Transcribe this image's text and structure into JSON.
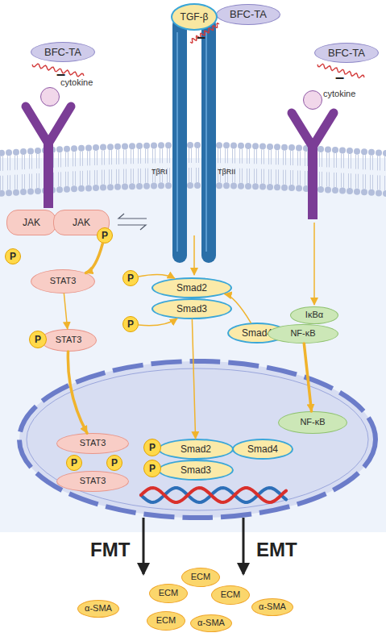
{
  "diagram": {
    "nodes": [
      {
        "text": [
          "BFC-TA"
        ]
      },
      {
        "text": [
          "TGF-β"
        ]
      },
      {
        "text": [
          "BFC-TA"
        ]
      },
      {
        "text": [
          "BFC-TA"
        ]
      },
      {
        "text": [
          "cytokine"
        ]
      },
      {
        "text": [
          "cytokine"
        ]
      },
      {
        "text": [
          "JAK"
        ]
      },
      {
        "text": [
          "JAK"
        ]
      },
      {
        "text": [
          "P"
        ]
      },
      {
        "text": [
          "P"
        ]
      },
      {
        "text": [
          "STAT3"
        ]
      },
      {
        "text": [
          "P"
        ]
      },
      {
        "text": [
          "Smad2"
        ]
      },
      {
        "text": [
          "Smad3"
        ]
      },
      {
        "text": [
          "P"
        ]
      },
      {
        "text": [
          "Smad4"
        ]
      },
      {
        "text": [
          "IκBα"
        ]
      },
      {
        "text": [
          "NF-κB"
        ]
      },
      {
        "text": [
          "P"
        ]
      },
      {
        "text": [
          "STAT3"
        ]
      },
      {
        "text": [
          "NF-κB"
        ]
      },
      {
        "text": [
          "STAT3"
        ]
      },
      {
        "text": [
          "P"
        ]
      },
      {
        "text": [
          "Smad2"
        ]
      },
      {
        "text": [
          "Smad4"
        ]
      },
      {
        "text": [
          "P"
        ]
      },
      {
        "text": [
          "P"
        ]
      },
      {
        "text": [
          "P"
        ]
      },
      {
        "text": [
          "Smad3"
        ]
      },
      {
        "text": [
          "STAT3"
        ]
      },
      {
        "text": [
          "ECM"
        ]
      },
      {
        "text": [
          "ECM"
        ]
      },
      {
        "text": [
          "ECM"
        ]
      },
      {
        "text": [
          "α-SMA"
        ]
      },
      {
        "text": [
          "α-SMA"
        ]
      },
      {
        "text": [
          "ECM"
        ]
      },
      {
        "text": [
          "α-SMA"
        ]
      }
    ],
    "edges": [
      {
        "from": 8,
        "to": 10,
        "arrow": "to"
      },
      {
        "from": 10,
        "to": 19,
        "arrow": "to"
      },
      {
        "from": 11,
        "to": 12,
        "arrow": "to"
      },
      {
        "from": 14,
        "to": 13,
        "arrow": "to"
      },
      {
        "from": 15,
        "to": 12,
        "arrow": "to"
      },
      {
        "from": 13,
        "to": 23,
        "arrow": "to"
      },
      {
        "from": 19,
        "to": 21,
        "arrow": "to"
      },
      {
        "from": 17,
        "to": 20,
        "arrow": "to"
      }
    ],
    "labels": [
      "–",
      "–",
      "–",
      "TβRI",
      "TβRII",
      "FMT",
      "EMT"
    ]
  }
}
